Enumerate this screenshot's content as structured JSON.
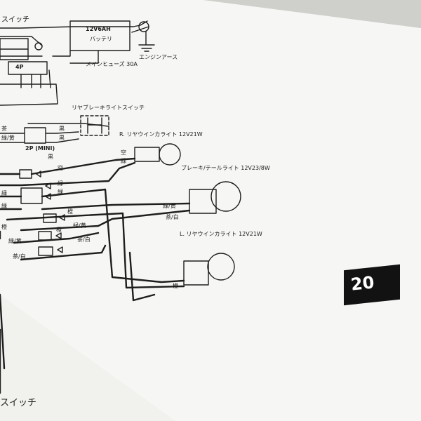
{
  "page": {
    "number": "20",
    "colors": {
      "paper": "#f6f6f4",
      "ink": "#1e1e1e",
      "badge": "#121212",
      "background": "#d9d9d7"
    }
  },
  "components": {
    "switch_top": "スイッチ",
    "battery_rating": "12V6AH",
    "battery": "バッテリ",
    "engine_ground": "エンジンアース",
    "main_fuse": "メインヒューズ 30A",
    "connector_4p": "4P",
    "rear_brake_switch": "リヤブレーキライトスイッチ",
    "connector_2p": "2P (MINI)",
    "right_winker": "R. リヤウインカライト 12V21W",
    "brake_tail_light": "ブレーキ/テールライト 12V23/8W",
    "left_winker": "L. リヤウインカライト 12V21W",
    "switch_bottom": "スイッチ"
  },
  "wires": {
    "brown_1": "茶",
    "black_1": "黒",
    "black_2": "黒",
    "black_3": "黒",
    "green_yellow_1": "緑/黄",
    "sky_1": "空",
    "sky_2": "空",
    "green_1": "緑",
    "green_2": "緑",
    "green_3": "緑",
    "green_4": "緑",
    "green_5": "緑",
    "green_yellow_2": "緑/黄",
    "brown_white_1": "茶/白",
    "orange_1": "橙",
    "orange_2": "橙",
    "green_yellow_3": "緑/黄",
    "green_yellow_4": "緑/黄",
    "orange_3": "橙",
    "brown_white_2": "茶/白",
    "brown_white_3": "茶/白",
    "orange_4": "橙"
  }
}
